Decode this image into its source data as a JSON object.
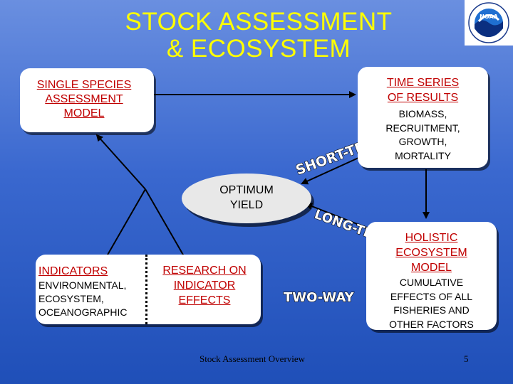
{
  "title": {
    "line1": "STOCK ASSESSMENT",
    "line2": "& ECOSYSTEM"
  },
  "logo": {
    "name": "noaa-logo",
    "text": "NOAA"
  },
  "single_species": {
    "label": "SINGLE SPECIES\nASSESSMENT\nMODEL"
  },
  "time_series": {
    "label": "TIME SERIES\nOF RESULTS",
    "details": "BIOMASS,\nRECRUITMENT,\nGROWTH,\nMORTALITY"
  },
  "optimum_yield": {
    "label": "OPTIMUM\nYIELD"
  },
  "indicators": {
    "label": "INDICATORS",
    "details": " ENVIRONMENTAL,\nECOSYSTEM,\nOCEANOGRAPHIC"
  },
  "research": {
    "label": "RESEARCH ON\nINDICATOR\nEFFECTS"
  },
  "holistic": {
    "label": "HOLISTIC\nECOSYSTEM\nMODEL",
    "details": "CUMULATIVE\nEFFECTS OF ALL\nFISHERIES AND\nOTHER FACTORS"
  },
  "wordart": {
    "short_term": "SHORT-TERM",
    "long_term": "LONG-TERM",
    "two_way": "TWO-WAY"
  },
  "footer": {
    "text": "Stock Assessment Overview",
    "page": "5"
  },
  "colors": {
    "title": "#ffff00",
    "box_label": "#c00000",
    "background": "#3a68cf"
  }
}
